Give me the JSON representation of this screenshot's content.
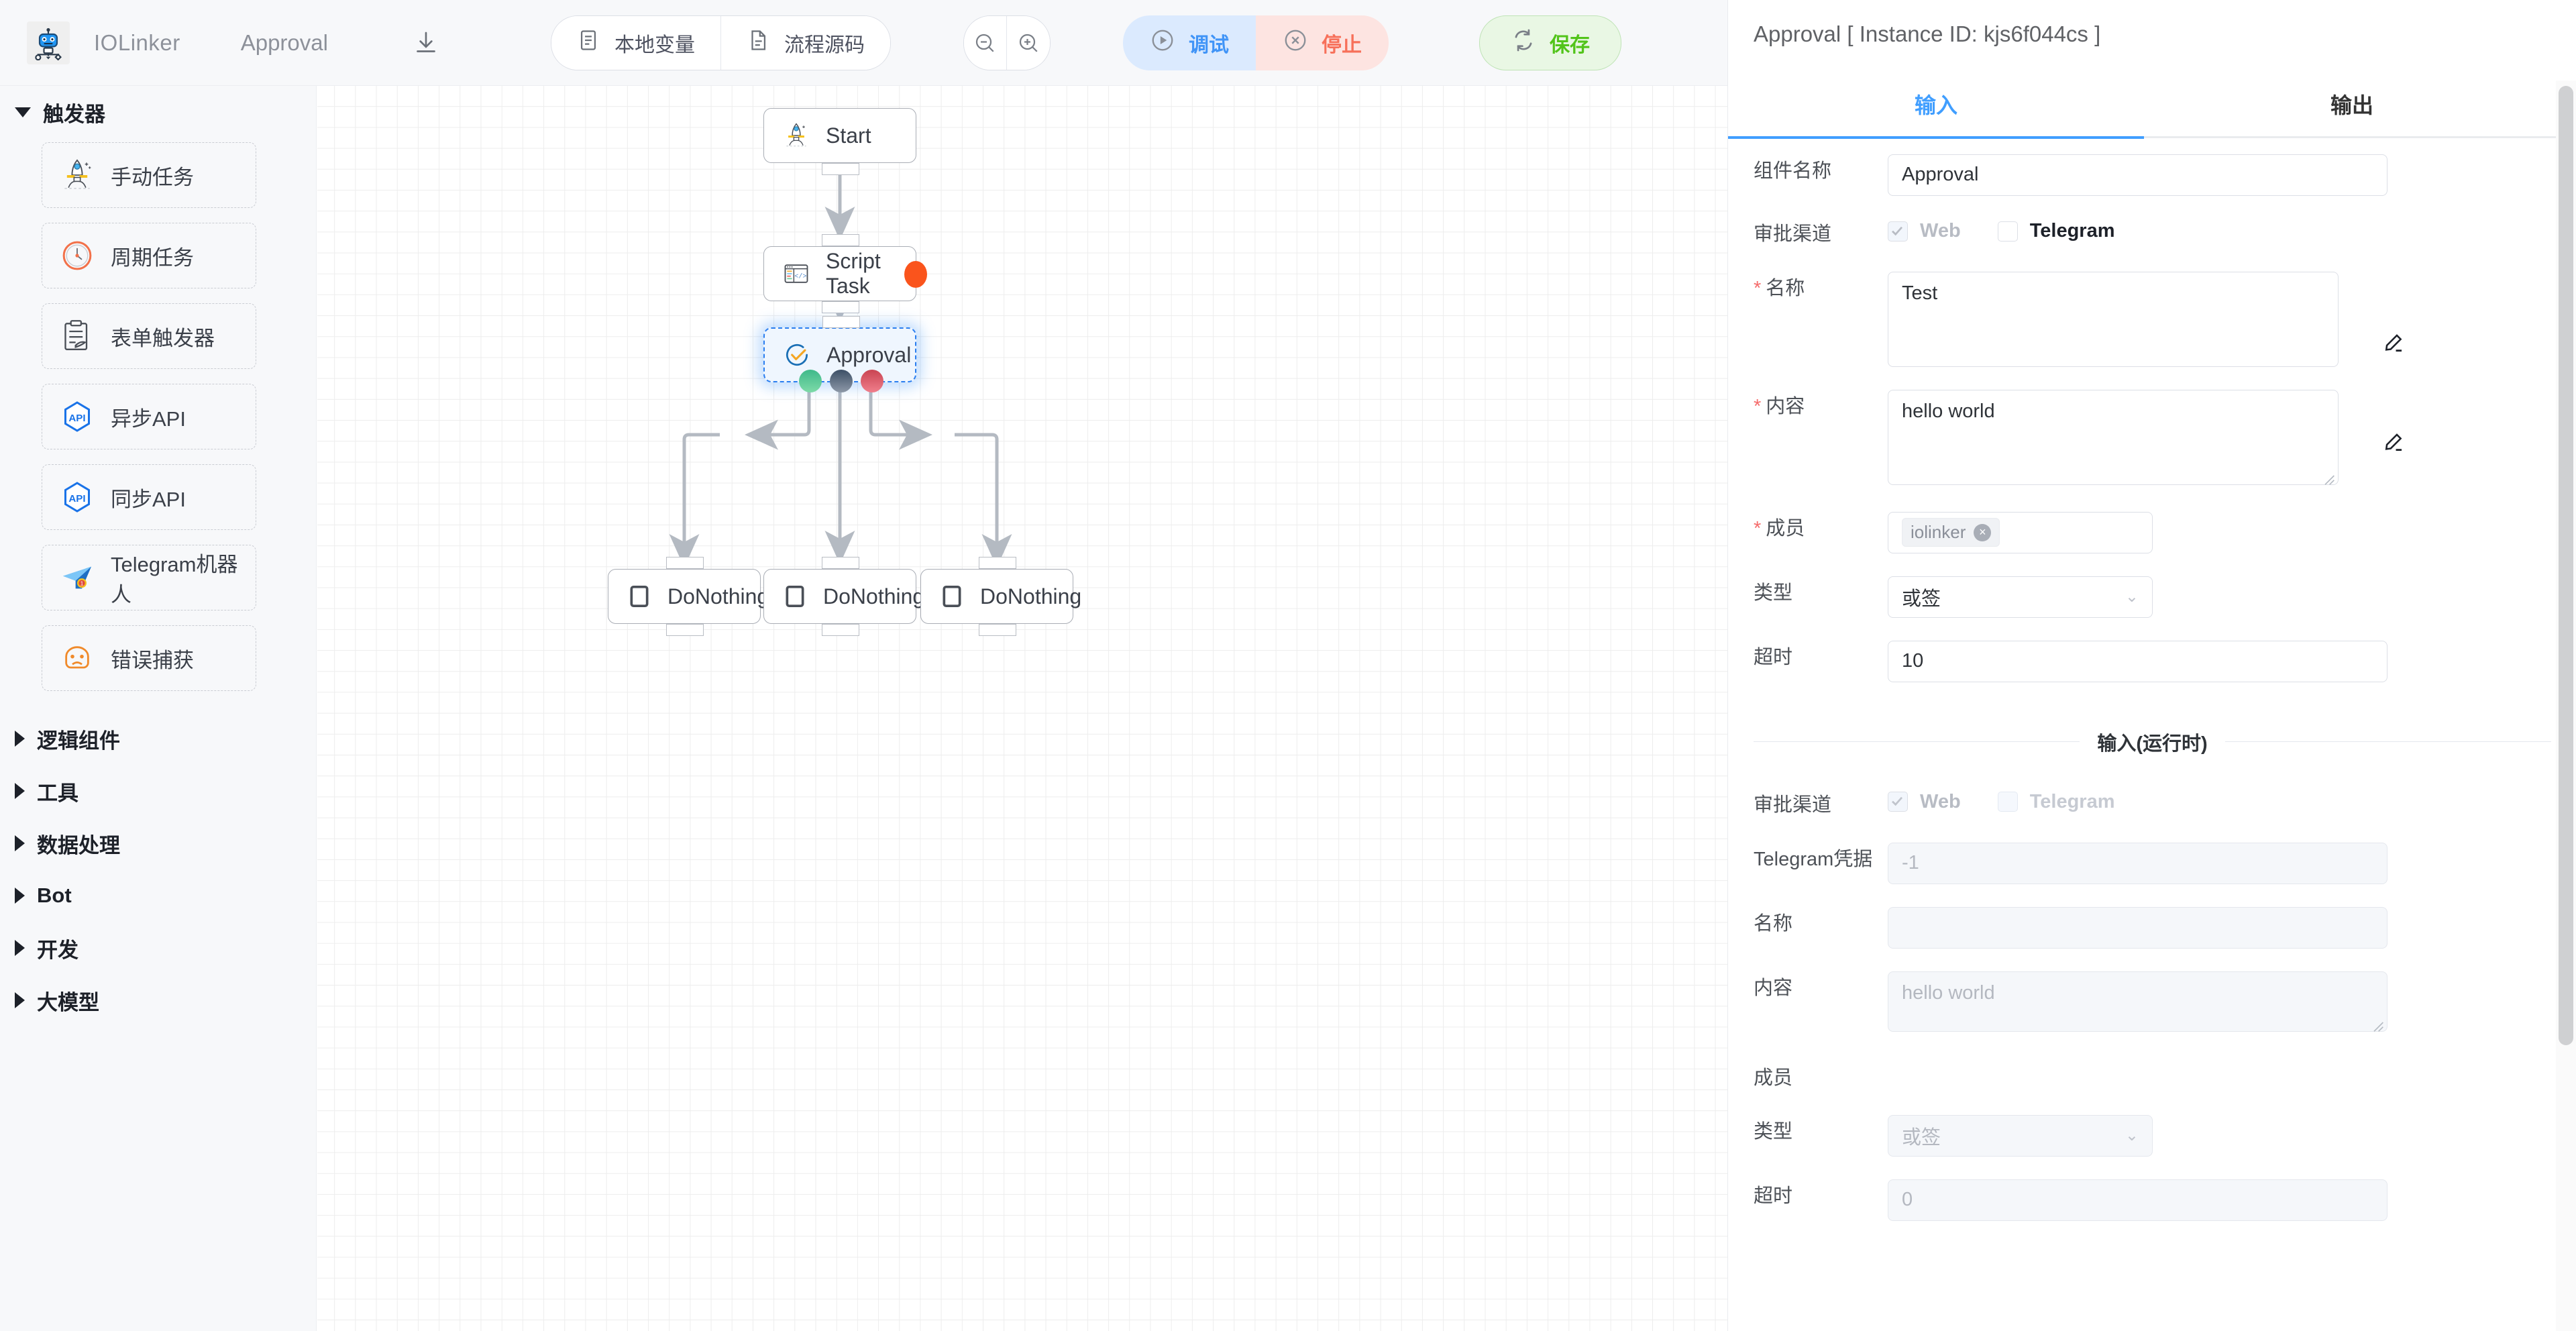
{
  "topbar": {
    "logo_icon": "robot-logo-icon",
    "brand": "IOLinker",
    "doc_name": "Approval",
    "download_icon": "download-icon",
    "local_var_label": "本地变量",
    "local_var_icon": "document-list-icon",
    "flow_source_label": "流程源码",
    "flow_source_icon": "document-code-icon",
    "zoom_out_icon": "zoom-out-icon",
    "zoom_in_icon": "zoom-in-icon",
    "debug_label": "调试",
    "debug_icon": "play-circle-icon",
    "stop_label": "停止",
    "stop_icon": "close-circle-icon",
    "save_label": "保存",
    "save_icon": "refresh-icon",
    "accent_blue": "#409eff",
    "accent_red": "#f7705a",
    "accent_green": "#52c41a"
  },
  "sidebar": {
    "groups": [
      {
        "label": "触发器",
        "expanded": true,
        "items": [
          {
            "label": "手动任务",
            "icon": "rocket-icon"
          },
          {
            "label": "周期任务",
            "icon": "clock-icon"
          },
          {
            "label": "表单触发器",
            "icon": "clipboard-form-icon"
          },
          {
            "label": "异步API",
            "icon": "api-hex-icon"
          },
          {
            "label": "同步API",
            "icon": "api-hex-icon"
          },
          {
            "label": "Telegram机器人",
            "icon": "telegram-plane-icon"
          },
          {
            "label": "错误捕获",
            "icon": "sad-face-icon"
          }
        ]
      },
      {
        "label": "逻辑组件",
        "expanded": false,
        "items": []
      },
      {
        "label": "工具",
        "expanded": false,
        "items": []
      },
      {
        "label": "数据处理",
        "expanded": false,
        "items": []
      },
      {
        "label": "Bot",
        "expanded": false,
        "items": []
      },
      {
        "label": "开发",
        "expanded": false,
        "items": []
      },
      {
        "label": "大模型",
        "expanded": false,
        "items": []
      }
    ]
  },
  "canvas": {
    "nodes": [
      {
        "id": "start",
        "label": "Start",
        "icon": "rocket-icon",
        "selected": false,
        "error": false
      },
      {
        "id": "script",
        "label": "Script Task",
        "icon": "script-window-icon",
        "selected": false,
        "error": true
      },
      {
        "id": "approval",
        "label": "Approval",
        "icon": "check-circle-icon",
        "selected": true,
        "error": false
      },
      {
        "id": "do1",
        "label": "DoNothing",
        "icon": "square-icon",
        "selected": false,
        "error": false
      },
      {
        "id": "do2",
        "label": "DoNothing",
        "icon": "square-icon",
        "selected": false,
        "error": false
      },
      {
        "id": "do3",
        "label": "DoNothing",
        "icon": "square-icon",
        "selected": false,
        "error": false
      }
    ],
    "approval_port_colors": [
      "#3fb98a",
      "#3c4f66",
      "#c94452"
    ]
  },
  "panel": {
    "title": "Approval [ Instance ID: kjs6f044cs ]",
    "tabs": [
      {
        "label": "输入",
        "active": true
      },
      {
        "label": "输出",
        "active": false
      }
    ],
    "design": {
      "component_name_label": "组件名称",
      "component_name_value": "Approval",
      "channel_label": "审批渠道",
      "channel_web": "Web",
      "channel_telegram": "Telegram",
      "name_label": "名称",
      "name_value": "Test",
      "content_label": "内容",
      "content_value": "hello world",
      "members_label": "成员",
      "members_tag": "iolinker",
      "type_label": "类型",
      "type_value": "或签",
      "timeout_label": "超时",
      "timeout_value": "10",
      "edit_icon": "pencil-edit-icon"
    },
    "runtime": {
      "section_title": "输入(运行时)",
      "channel_label": "审批渠道",
      "channel_web": "Web",
      "channel_telegram": "Telegram",
      "telegram_cred_label": "Telegram凭据",
      "telegram_cred_value": "-1",
      "name_label": "名称",
      "name_value": "",
      "content_label": "内容",
      "content_value": "hello world",
      "members_label": "成员",
      "type_label": "类型",
      "type_value": "或签",
      "timeout_label": "超时",
      "timeout_value": "0"
    }
  }
}
